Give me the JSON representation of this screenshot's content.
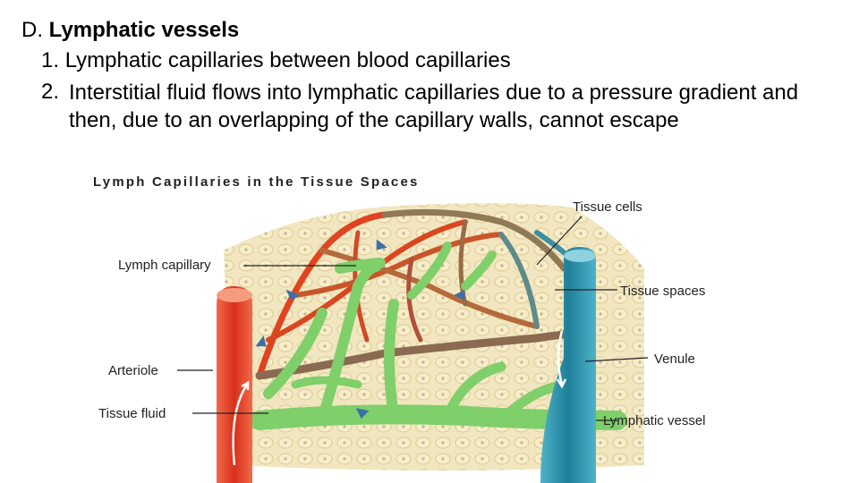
{
  "slide": {
    "heading_prefix": "D.",
    "heading_title": "Lymphatic vessels",
    "points": [
      {
        "number": "1.",
        "text": "Lymphatic capillaries between blood capillaries"
      },
      {
        "number": "2.",
        "text": "Interstitial fluid flows into lymphatic capillaries due to a pressure gradient and then, due to an overlapping of the capillary walls, cannot escape"
      }
    ]
  },
  "figure": {
    "title": "Lymph Capillaries in the Tissue Spaces",
    "labels": {
      "lymph_capillary": "Lymph capillary",
      "arteriole": "Arteriole",
      "tissue_fluid": "Tissue fluid",
      "tissue_cells": "Tissue cells",
      "tissue_spaces": "Tissue spaces",
      "venule": "Venule",
      "lymphatic_vessel": "Lymphatic vessel"
    },
    "colors": {
      "arteriole": "#e8452a",
      "venule": "#2e8fa8",
      "lymph": "#7fcf6a",
      "tissue": "#efe2b6",
      "arrow": "#3f6fa8"
    }
  }
}
